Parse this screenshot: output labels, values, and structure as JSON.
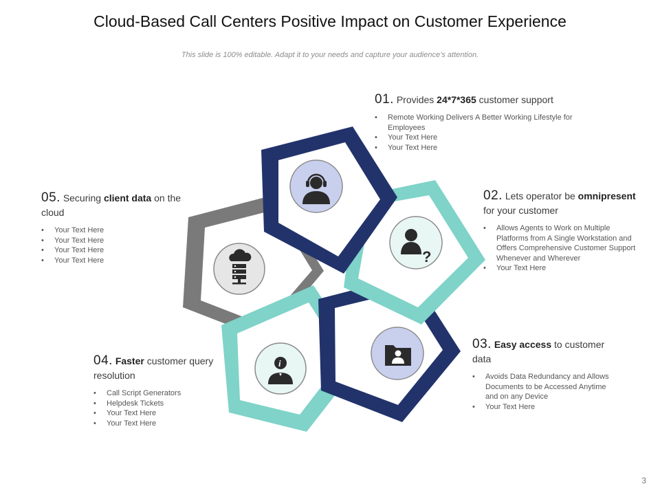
{
  "title": "Cloud-Based Call Centers Positive Impact on Customer Experience",
  "subtitle": "This slide is 100% editable. Adapt it to your needs and capture your audience’s attention.",
  "page_number": "3",
  "colors": {
    "navy": "#22336b",
    "teal": "#7fd3c9",
    "gray": "#7a7a7a",
    "circle_fill": "#c9d0ee",
    "circle_fill_gray": "#e6e6e6"
  },
  "items": [
    {
      "num": "01.",
      "pre": "Provides ",
      "bold": "24*7*365",
      "post": " customer support",
      "icon": "headset-agent-icon",
      "bullets": [
        "Remote Working Delivers A Better Working Lifestyle for Employees",
        "Your Text Here",
        "Your Text Here"
      ]
    },
    {
      "num": "02.",
      "pre": "Lets operator be ",
      "bold": "omnipresent",
      "post": " for your customer",
      "icon": "person-question-icon",
      "bullets": [
        "Allows Agents to Work on Multiple Platforms from A Single Workstation and Offers Comprehensive Customer Support Whenever and Wherever",
        "Your Text Here"
      ]
    },
    {
      "num": "03.",
      "pre": "",
      "bold": "Easy access",
      "post": " to customer data",
      "icon": "user-folder-icon",
      "bullets": [
        "Avoids Data Redundancy and Allows Documents to be Accessed Anytime and on any Device",
        "Your Text Here"
      ]
    },
    {
      "num": "04.",
      "pre": "",
      "bold": "Faster",
      "post": " customer query resolution",
      "icon": "info-person-icon",
      "bullets": [
        "Call Script Generators",
        "Helpdesk Tickets",
        "Your Text Here",
        "Your Text Here"
      ]
    },
    {
      "num": "05.",
      "pre": "Securing ",
      "bold": "client data",
      "post": " on the cloud",
      "icon": "cloud-server-icon",
      "bullets": [
        "Your Text Here",
        "Your Text Here",
        "Your Text Here",
        "Your Text Here"
      ]
    }
  ]
}
